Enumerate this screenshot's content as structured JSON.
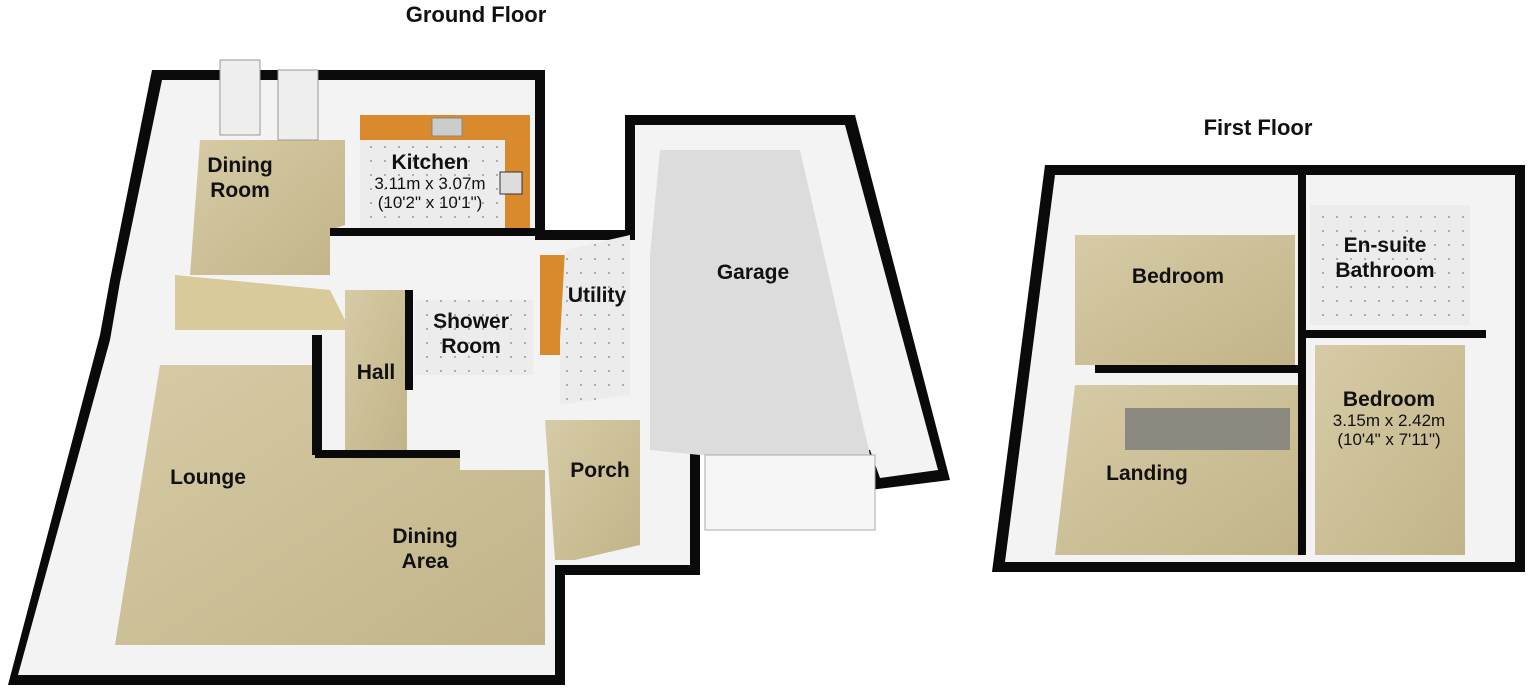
{
  "ground_floor": {
    "title": "Ground Floor",
    "rooms": {
      "dining_room": {
        "name_line1": "Dining",
        "name_line2": "Room"
      },
      "kitchen": {
        "name": "Kitchen",
        "metric": "3.11m x 3.07m",
        "imperial": "(10'2\" x 10'1\")"
      },
      "garage": {
        "name": "Garage"
      },
      "utility": {
        "name": "Utility"
      },
      "shower_room": {
        "name_line1": "Shower",
        "name_line2": "Room"
      },
      "hall": {
        "name": "Hall"
      },
      "lounge": {
        "name": "Lounge"
      },
      "porch": {
        "name": "Porch"
      },
      "dining_area": {
        "name_line1": "Dining",
        "name_line2": "Area"
      }
    }
  },
  "first_floor": {
    "title": "First Floor",
    "rooms": {
      "bedroom_1": {
        "name": "Bedroom"
      },
      "ensuite": {
        "name_line1": "En-suite",
        "name_line2": "Bathroom"
      },
      "landing": {
        "name": "Landing"
      },
      "bedroom_2": {
        "name": "Bedroom",
        "metric": "3.15m x 2.42m",
        "imperial": "(10'4\" x 7'11\")"
      }
    }
  },
  "colors": {
    "wall": "#0a0a0a",
    "carpet": "#cfc29a",
    "tile": "#e6e6e6",
    "counter": "#d98a2c",
    "wall_face": "#f2f2f2"
  }
}
